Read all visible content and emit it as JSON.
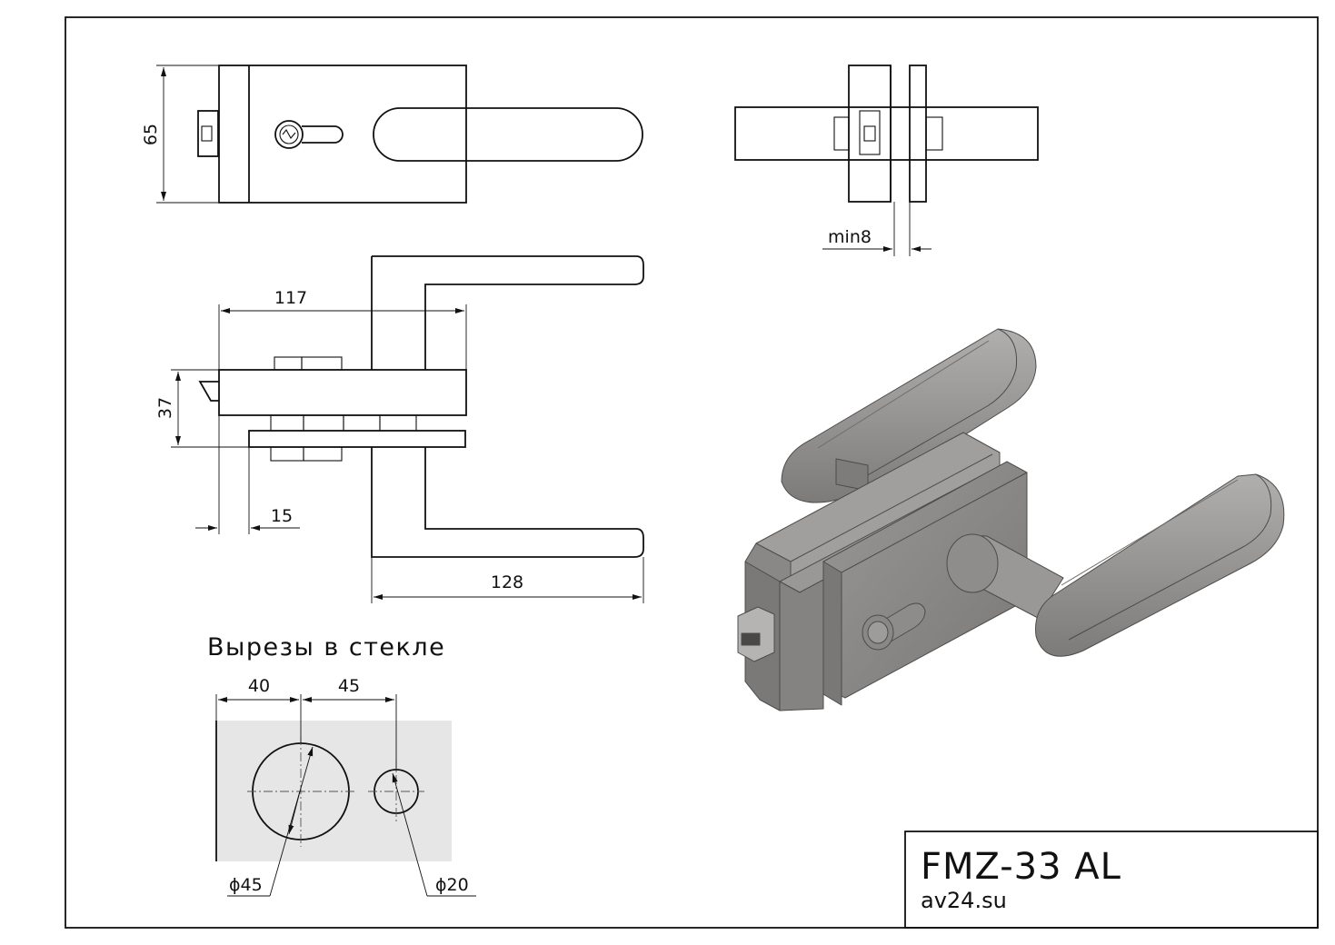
{
  "drawing": {
    "dimensions": {
      "height_65": "65",
      "width_117": "117",
      "depth_37": "37",
      "offset_15": "15",
      "handle_128": "128",
      "glass_min8": "min8",
      "cutout_40": "40",
      "cutout_45": "45",
      "diameter_45": "ϕ45",
      "diameter_20": "ϕ20"
    },
    "cutouts_caption": "Вырезы в стекле",
    "title_block": {
      "model": "FMZ-33 AL",
      "website": "av24.su"
    }
  },
  "colors": {
    "line": "#111111",
    "glass_fill": "#e6e6e6",
    "body_3d": "#8f8d8b",
    "body_3d_dark": "#6f6d6b",
    "body_3d_light": "#a9a7a5"
  }
}
